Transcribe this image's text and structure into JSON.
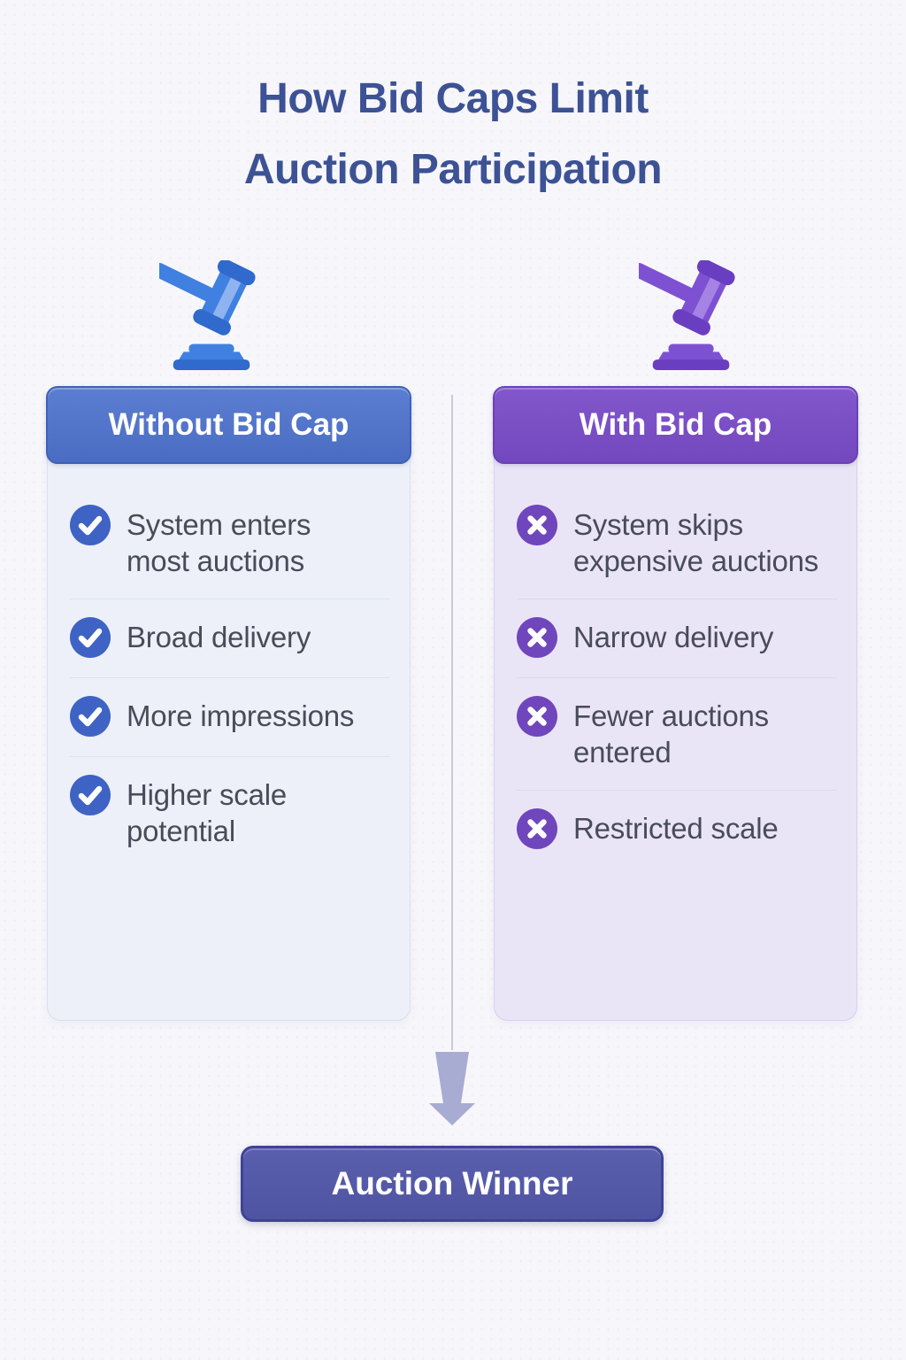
{
  "palette": {
    "bg": "#f7f6fa",
    "title-color": "#3c5295",
    "line-color": "#c7cad9",
    "arrow-color": "#a8abd2",
    "blue-header-top": "#5b7ed2",
    "blue-header-bottom": "#4a6cc2",
    "blue-header-border": "#3f62b8",
    "blue-card-bg": "#edf0f9",
    "blue-card-border": "#d9dff0",
    "blue-icon": "#3e63c4",
    "blue-divider": "#dde2ef",
    "purple-header-top": "#8257cc",
    "purple-header-bottom": "#7348be",
    "purple-header-border": "#6a41b8",
    "purple-card-bg": "#eae5f6",
    "purple-card-border": "#d9cfee",
    "purple-icon": "#7046bd",
    "purple-divider": "#ded6ee",
    "item-text": "#484c5a",
    "header-text": "#ffffff",
    "result-top": "#5a5fad",
    "result-bottom": "#4e53a2",
    "result-border": "#3e4396",
    "gavel-blue-main": "#4080e0",
    "gavel-blue-dark": "#2f6acc",
    "gavel-blue-light": "#9dbcf2",
    "gavel-purple-main": "#7e51d2",
    "gavel-purple-dark": "#6a3ec0",
    "gavel-purple-light": "#ab8ce9"
  },
  "title": {
    "line1": "How Bid Caps Limit",
    "line2": "Auction Participation"
  },
  "left_card": {
    "header": "Without Bid Cap",
    "icon": "check-circle",
    "items": [
      "System enters\nmost auctions",
      "Broad delivery",
      "More impressions",
      "Higher scale\npotential"
    ]
  },
  "right_card": {
    "header": "With Bid Cap",
    "icon": "cross-circle",
    "items": [
      "System skips\nexpensive auctions",
      "Narrow delivery",
      "Fewer auctions\nentered",
      "Restricted scale"
    ]
  },
  "result": {
    "label": "Auction Winner"
  }
}
